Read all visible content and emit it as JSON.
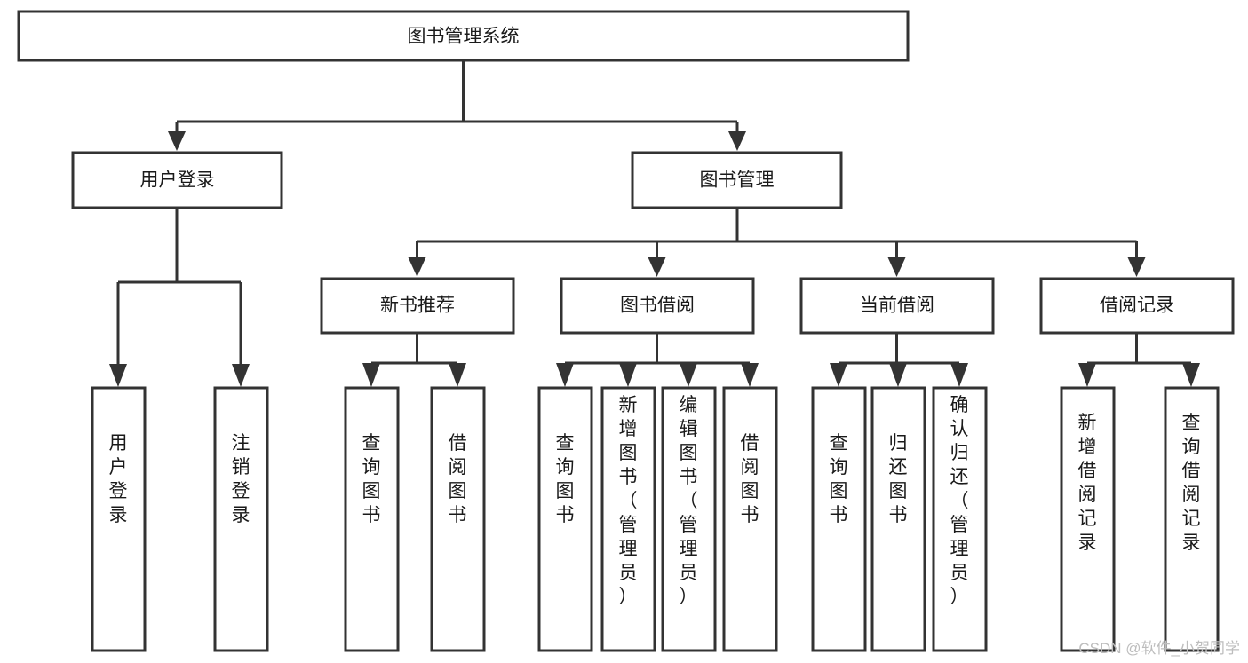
{
  "diagram": {
    "type": "tree-hierarchy",
    "title": "图书管理系统",
    "orientation": "top-down",
    "colors": {
      "box_stroke": "#333333",
      "box_fill": "#ffffff",
      "text": "#1a1a1a",
      "background": "#ffffff",
      "watermark": "#bdbdbd"
    },
    "root": {
      "id": "root",
      "label": "图书管理系统"
    },
    "level2": [
      {
        "id": "user-login",
        "label": "用户登录"
      },
      {
        "id": "book-manage",
        "label": "图书管理"
      }
    ],
    "level3": [
      {
        "id": "new-book-recommend",
        "label": "新书推荐",
        "parent": "book-manage"
      },
      {
        "id": "book-borrow",
        "label": "图书借阅",
        "parent": "book-manage"
      },
      {
        "id": "current-borrow",
        "label": "当前借阅",
        "parent": "book-manage"
      },
      {
        "id": "borrow-record",
        "label": "借阅记录",
        "parent": "book-manage"
      }
    ],
    "leaves": {
      "user-login": [
        {
          "id": "leaf-user-login",
          "label": "用户登录"
        },
        {
          "id": "leaf-logout",
          "label": "注销登录"
        }
      ],
      "new-book-recommend": [
        {
          "id": "leaf-query-book-1",
          "label": "查询图书"
        },
        {
          "id": "leaf-borrow-book-1",
          "label": "借阅图书"
        }
      ],
      "book-borrow": [
        {
          "id": "leaf-query-book-2",
          "label": "查询图书"
        },
        {
          "id": "leaf-add-book",
          "label": "新增图书（管理员）"
        },
        {
          "id": "leaf-edit-book",
          "label": "编辑图书（管理员）"
        },
        {
          "id": "leaf-borrow-book-2",
          "label": "借阅图书"
        }
      ],
      "current-borrow": [
        {
          "id": "leaf-query-book-3",
          "label": "查询图书"
        },
        {
          "id": "leaf-return-book",
          "label": "归还图书"
        },
        {
          "id": "leaf-confirm-return",
          "label": "确认归还（管理员）"
        }
      ],
      "borrow-record": [
        {
          "id": "leaf-add-record",
          "label": "新增借阅记录"
        },
        {
          "id": "leaf-query-record",
          "label": "查询借阅记录"
        }
      ]
    }
  },
  "watermark": {
    "text": "CSDN @软件_小贺同学"
  }
}
